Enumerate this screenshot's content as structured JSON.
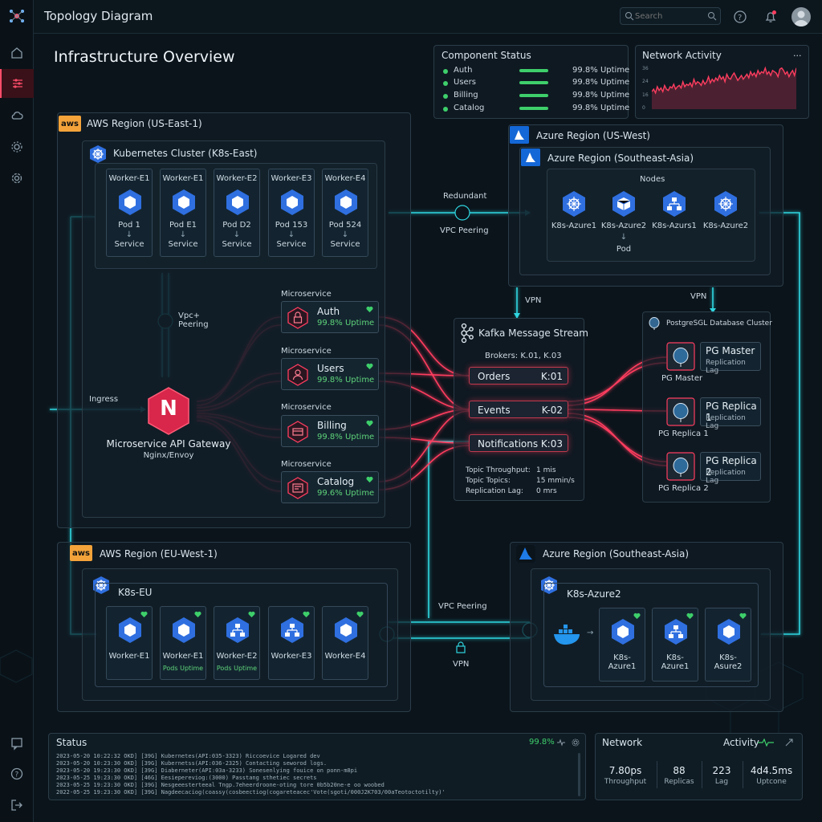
{
  "app": {
    "title": "Topology Diagram",
    "search_placeholder": "Search"
  },
  "page": {
    "title": "Infrastructure Overview"
  },
  "component_status": {
    "title": "Component Status",
    "items": [
      {
        "name": "Auth",
        "uptime": "99.8% Uptime"
      },
      {
        "name": "Users",
        "uptime": "99.8% Uptime"
      },
      {
        "name": "Billing",
        "uptime": "99.8% Uptime"
      },
      {
        "name": "Catalog",
        "uptime": "99.8% Uptime"
      }
    ]
  },
  "network_activity": {
    "title": "Network Activity",
    "menu": "...",
    "y_ticks": [
      "36",
      "24",
      "16",
      "0"
    ],
    "series": [
      14,
      16,
      13,
      18,
      15,
      17,
      14,
      19,
      16,
      15,
      18,
      17,
      20,
      16,
      18,
      19,
      17,
      22,
      18,
      20,
      19,
      21,
      18,
      24,
      20,
      22,
      21,
      19,
      23,
      20,
      22,
      26,
      21,
      24,
      22,
      25,
      23,
      27,
      24,
      26,
      22,
      28,
      25,
      24,
      27,
      29,
      26,
      23,
      25,
      27,
      24,
      26,
      28,
      25,
      30,
      27,
      29,
      26,
      31,
      28,
      30,
      29,
      33,
      28,
      30,
      27,
      31,
      30,
      29,
      26,
      32,
      33,
      31,
      28,
      30,
      26,
      29,
      31,
      27,
      33
    ]
  },
  "aws_us": {
    "badge": "aws",
    "title": "AWS Region (US-East-1)",
    "cluster": "Kubernetes Cluster (K8s-East)",
    "workers": [
      {
        "title": "Worker-E1",
        "pod": "Pod 1",
        "service": "Service"
      },
      {
        "title": "Worker-E1",
        "pod": "Pod E1",
        "service": "Service"
      },
      {
        "title": "Worker-E2",
        "pod": "Pod D2",
        "service": "Service"
      },
      {
        "title": "Worker-E3",
        "pod": "Pod 153",
        "service": "Service"
      },
      {
        "title": "Worker-E4",
        "pod": "Pod 524",
        "service": "Service"
      }
    ],
    "arrow": "↓",
    "peering_label": "Vpc+ Peering"
  },
  "gateway": {
    "ingress": "Ingress",
    "letter": "N",
    "title": "Microservice API Gateway",
    "subtitle": "Nginx/Envoy"
  },
  "microservices": [
    {
      "label": "Microservice",
      "name": "Auth",
      "uptime": "99.8% Uptime"
    },
    {
      "label": "Microservice",
      "name": "Users",
      "uptime": "99.8% Uptime"
    },
    {
      "label": "Microservice",
      "name": "Billing",
      "uptime": "99.8% Uptime"
    },
    {
      "label": "Microservice",
      "name": "Catalog",
      "uptime": "99.6% Uptime"
    }
  ],
  "links": {
    "redundant": "Redundant",
    "vpc_peering": "VPC Peering",
    "vpn_left": "VPN",
    "vpn_right": "VPN",
    "vpc_peering_bottom": "VPC Peering",
    "vpn_bottom": "VPN"
  },
  "azure_west": {
    "title": "Azure Region (US-West)",
    "sub_title": "Azure Region (Southeast-Asia)",
    "nodes_title": "Nodes",
    "nodes": [
      "K8s-Azure1",
      "K8s-Azure2",
      "K8s-Azurs1",
      "K8s-Azure2"
    ],
    "pod_arrow": "↓",
    "pod": "Pod"
  },
  "kafka": {
    "title": "Kafka Message Stream",
    "brokers": "Brokers: K.01, K.03",
    "topics": [
      {
        "name": "Orders",
        "id": "K:01"
      },
      {
        "name": "Events",
        "id": "K-02"
      },
      {
        "name": "Notifications",
        "id": "K:03"
      }
    ],
    "stats": [
      {
        "label": "Topic Throughput:",
        "value": "1 mis"
      },
      {
        "label": "Topic Topics:",
        "value": "15 mmin/s"
      },
      {
        "label": "Replication Lag:",
        "value": "0 mrs"
      }
    ]
  },
  "postgres": {
    "title": "PostgreSGL Database Cluster",
    "nodes": [
      {
        "name": "PG Master",
        "lag": "Replication Lag",
        "caption": "PG Master"
      },
      {
        "name": "PG Replica 1",
        "lag": "Replication Lag",
        "caption": "PG Replica 1"
      },
      {
        "name": "PG Replica 2",
        "lag": "Replication Lag",
        "caption": "PG Replica 2"
      }
    ]
  },
  "aws_eu": {
    "badge": "aws",
    "title": "AWS Region (EU-West-1)",
    "cluster": "K8s-EU",
    "workers": [
      {
        "name": "Worker-E1",
        "sub": ""
      },
      {
        "name": "Worker-E1",
        "sub": "Pods Uptime"
      },
      {
        "name": "Worker-E2",
        "sub": "Pods Uptime"
      },
      {
        "name": "Worker-E3",
        "sub": ""
      },
      {
        "name": "Worker-E4",
        "sub": ""
      }
    ]
  },
  "azure_sea": {
    "title": "Azure Region (Southeast-Asia)",
    "cluster": "K8s-Azure2",
    "nodes": [
      "K8s-Azure1",
      "K8s-Azure1",
      "K8s-Asure2"
    ]
  },
  "status": {
    "title": "Status",
    "uptime": "99.8%",
    "logs": [
      "2023-05-20 10:22:32 OKD] [39G] Kubernetes(API:035-3323) Riccoevice Logared dev",
      "2023-05-20 10:23:30 OKD] [39G] Kubernetss(API:036-2325) Contacting seworod logs.",
      "2023-05-20 19:23:30 OKD] [39G] Diaberneter(API:03a-3233) Sonesenlying fouice on ponn-m8pi",
      "2023-05-25 19:23:30 OKD] [46G] Eesiepereviog:(3000) Passtang sthetiec secrets",
      "2023-05-25 19:23:30 OKD] [39G] Nesgeeesterteeal Tngp.7eheerdroone-oting tore 0b5b20ne-e oo woobed",
      "2022-05-25 19:23:30 OKD] [39G] Nagdeecaciog(coassy(cosbeectiog(cogareteacec'Vote(sgoti/000J2K703/00aTeotoctotilty)'"
    ]
  },
  "network_panel": {
    "title": "Network",
    "activity": "Activity",
    "metrics": [
      {
        "value": "7.80ps",
        "label": "Throughput"
      },
      {
        "value": "88",
        "label": "Replicas"
      },
      {
        "value": "223",
        "label": "Lag"
      },
      {
        "value": "4d4.5ms",
        "label": "Uptcone"
      }
    ]
  },
  "colors": {
    "accent": "#ff3d5f",
    "link": "#2fd6e0",
    "ok": "#3ecf6b",
    "aws": "#f3a33a",
    "azure": "#1467d6"
  }
}
